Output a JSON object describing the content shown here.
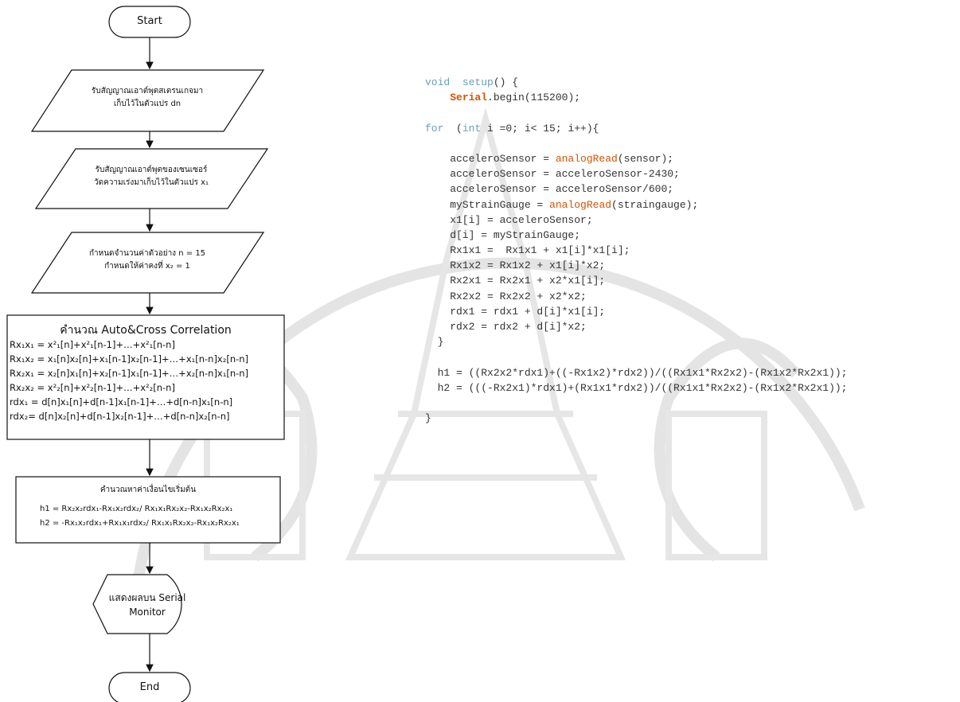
{
  "flowchart": {
    "start": "Start",
    "input1": [
      "รับสัญญาณเอาต์พุตสเตรนเกจมา",
      "เก็บไว้ในตัวแปร dn"
    ],
    "input2": [
      "รับสัญญาณเอาต์พุตของเซนเซอร์",
      "วัดความเร่งมาเก็บไว้ในตัวแปร x₁"
    ],
    "input3": [
      "กำหนดจำนวนค่าตัวอย่าง n = 15",
      "กำหนดให้ค่าคงที่ x₂ = 1"
    ],
    "process1": {
      "title": "คำนวณ Auto&Cross Correlation",
      "lines": [
        "Rx₁x₁ = x²₁[n]+x²₁[n-1]+…+x²₁[n-n]",
        "Rx₁x₂ = x₁[n]x₂[n]+x₁[n-1]x₂[n-1]+…+x₁[n-n]x₂[n-n]",
        "Rx₂x₁ = x₂[n]x₁[n]+x₂[n-1]x₁[n-1]+…+x₂[n-n]x₁[n-n]",
        "Rx₂x₂ = x²₂[n]+x²₂[n-1]+…+x²₂[n-n]",
        "rdx₁ = d[n]x₁[n]+d[n-1]x₁[n-1]+…+d[n-n]x₁[n-n]",
        "rdx₂= d[n]x₂[n]+d[n-1]x₂[n-1]+…+d[n-n]x₂[n-n]"
      ]
    },
    "process2": {
      "title": "คำนวณหาค่าเงื่อนไขเริ่มต้น",
      "lines": [
        "h1 = Rx₂x₂rdx₁-Rx₁x₂rdx₂/ Rx₁x₁Rx₂x₂-Rx₁x₂Rx₂x₁",
        "h2 = -Rx₁x₂rdx₁+Rx₁x₁rdx₂/ Rx₁x₁Rx₂x₂-Rx₁x₂Rx₂x₁"
      ]
    },
    "display": [
      "แสดงผลบน Serial",
      "Monitor"
    ],
    "end": "End"
  },
  "code": {
    "lines": [
      [
        [
          "kw",
          "void"
        ],
        [
          "",
          "  "
        ],
        [
          "kw",
          "setup"
        ],
        [
          "",
          "() {"
        ]
      ],
      [
        [
          "",
          "    "
        ],
        [
          "cls",
          "Serial"
        ],
        [
          "",
          ".begin(115200);"
        ]
      ],
      [
        [
          "",
          ""
        ]
      ],
      [
        [
          "",
          ""
        ],
        [
          "kw",
          "for"
        ],
        [
          "",
          "  ("
        ],
        [
          "kw",
          "int"
        ],
        [
          "",
          " i =0; i< 15; i++){"
        ]
      ],
      [
        [
          "",
          ""
        ]
      ],
      [
        [
          "",
          "    acceleroSensor = "
        ],
        [
          "fn",
          "analogRead"
        ],
        [
          "",
          "(sensor);"
        ]
      ],
      [
        [
          "",
          "    acceleroSensor = acceleroSensor-2430;"
        ]
      ],
      [
        [
          "",
          "    acceleroSensor = acceleroSensor/600;"
        ]
      ],
      [
        [
          "",
          "    myStrainGauge = "
        ],
        [
          "fn",
          "analogRead"
        ],
        [
          "",
          "(straingauge);"
        ]
      ],
      [
        [
          "",
          "    x1[i] = acceleroSensor;"
        ]
      ],
      [
        [
          "",
          "    d[i] = myStrainGauge;"
        ]
      ],
      [
        [
          "",
          "    Rx1x1 =  Rx1x1 + x1[i]*x1[i];"
        ]
      ],
      [
        [
          "",
          "    Rx1x2 = Rx1x2 + x1[i]*x2;"
        ]
      ],
      [
        [
          "",
          "    Rx2x1 = Rx2x1 + x2*x1[i];"
        ]
      ],
      [
        [
          "",
          "    Rx2x2 = Rx2x2 + x2*x2;"
        ]
      ],
      [
        [
          "",
          "    rdx1 = rdx1 + d[i]*x1[i];"
        ]
      ],
      [
        [
          "",
          "    rdx2 = rdx2 + d[i]*x2;"
        ]
      ],
      [
        [
          "",
          "  }"
        ]
      ],
      [
        [
          "",
          ""
        ]
      ],
      [
        [
          "",
          "  h1 = ((Rx2x2*rdx1)+((-Rx1x2)*rdx2))/((Rx1x1*Rx2x2)-(Rx1x2*Rx2x1));"
        ]
      ],
      [
        [
          "",
          "  h2 = (((-Rx2x1)*rdx1)+(Rx1x1*rdx2))/((Rx1x1*Rx2x2)-(Rx1x2*Rx2x1));"
        ]
      ],
      [
        [
          "",
          ""
        ]
      ],
      [
        [
          "",
          "}"
        ]
      ]
    ]
  }
}
